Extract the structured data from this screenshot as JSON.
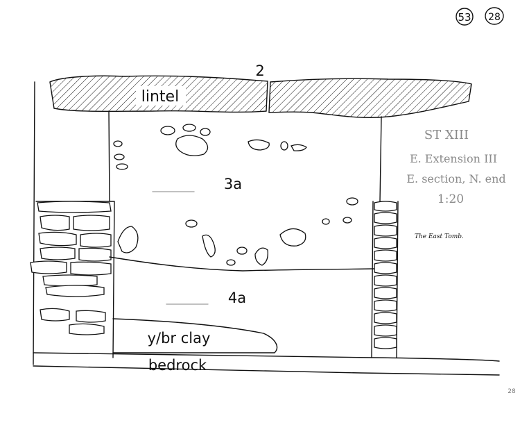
{
  "sheet": {
    "sheet_number": "53",
    "sheet_number_alt": "28",
    "corner_mark": "28"
  },
  "labels": {
    "lintel_number": "2",
    "lintel": "lintel",
    "fill_upper": "3a",
    "fill_lower": "4a",
    "clay": "y/br clay",
    "bedrock": "bedrock"
  },
  "caption": {
    "site": "ST XIII",
    "extension": "E. Extension III",
    "section": "E. section, N. end",
    "scale": "1:20",
    "note": "The East Tomb."
  },
  "colors": {
    "ink": "#111111",
    "pencil": "#8a8a8a"
  }
}
